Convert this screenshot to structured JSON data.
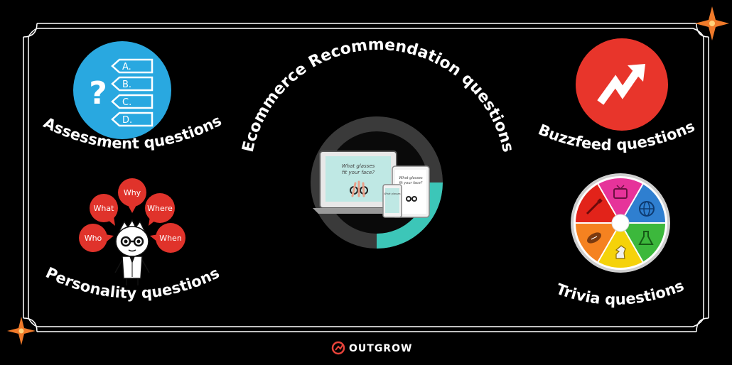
{
  "categories": [
    {
      "label": "Assessment questions"
    },
    {
      "label": "Ecommerce Recommendation questions"
    },
    {
      "label": "Buzzfeed questions"
    },
    {
      "label": "Personality  questions"
    },
    {
      "label": "Trivia questions"
    }
  ],
  "assessment_icon": {
    "question_mark": "?",
    "options": [
      "A.",
      "B.",
      "C.",
      "D."
    ]
  },
  "personality_icon": {
    "bubbles": [
      "Why",
      "What",
      "Where",
      "Who",
      "When"
    ]
  },
  "device_screens": {
    "headline_1": "What glasses",
    "headline_2": "fit your face?"
  },
  "footer": {
    "brand": "OUTGROW"
  },
  "colors": {
    "background": "#000000",
    "frame": "#ffffff",
    "assessment_blue": "#29a8e0",
    "buzzfeed_red": "#e8352b",
    "speech_red": "#e0332b",
    "sparkle_orange": "#f07a2a",
    "ecommerce_teal": "#3cc6b8",
    "brand_red": "#e8433a"
  }
}
